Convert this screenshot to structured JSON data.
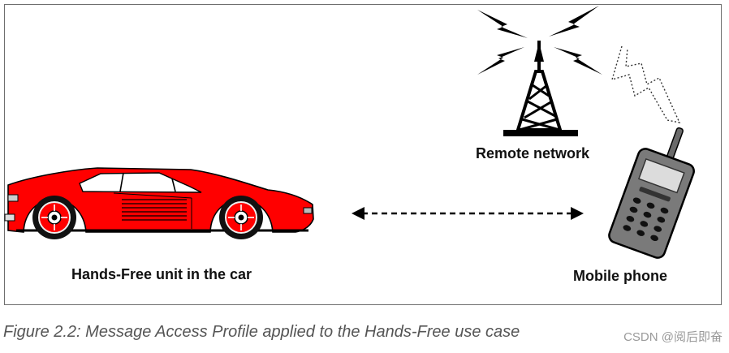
{
  "diagram": {
    "labels": {
      "tower": "Remote network",
      "phone": "Mobile phone",
      "car": "Hands-Free unit in the car"
    },
    "connection": "bidirectional dashed link between car and mobile phone",
    "colors": {
      "car_body": "#ff0000",
      "tower": "#000000",
      "phone_body": "#7a7a7a",
      "phone_screen": "#d9d9d9",
      "frame": "#6e6e6e"
    },
    "icons": [
      "sports-car-icon",
      "radio-tower-icon",
      "mobile-phone-icon",
      "lightning-signal-icon",
      "double-arrow-icon"
    ]
  },
  "caption": "Figure 2.2: Message Access Profile applied to the Hands-Free use case",
  "watermark": "CSDN @阅后即奋"
}
